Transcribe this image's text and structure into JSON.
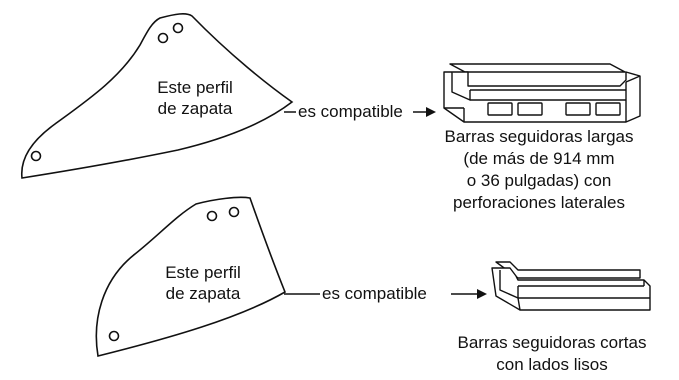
{
  "top": {
    "shoe_label": [
      "Este perfil",
      "de zapata"
    ],
    "connector_text": "es compatible",
    "bar_caption": [
      "Barras seguidoras largas",
      "(de más de 914 mm",
      "o 36 pulgadas) con",
      "perforaciones laterales"
    ]
  },
  "bottom": {
    "shoe_label": [
      "Este perfil",
      "de zapata"
    ],
    "connector_text": "es compatible",
    "bar_caption": [
      "Barras seguidoras cortas",
      "con lados lisos"
    ]
  }
}
